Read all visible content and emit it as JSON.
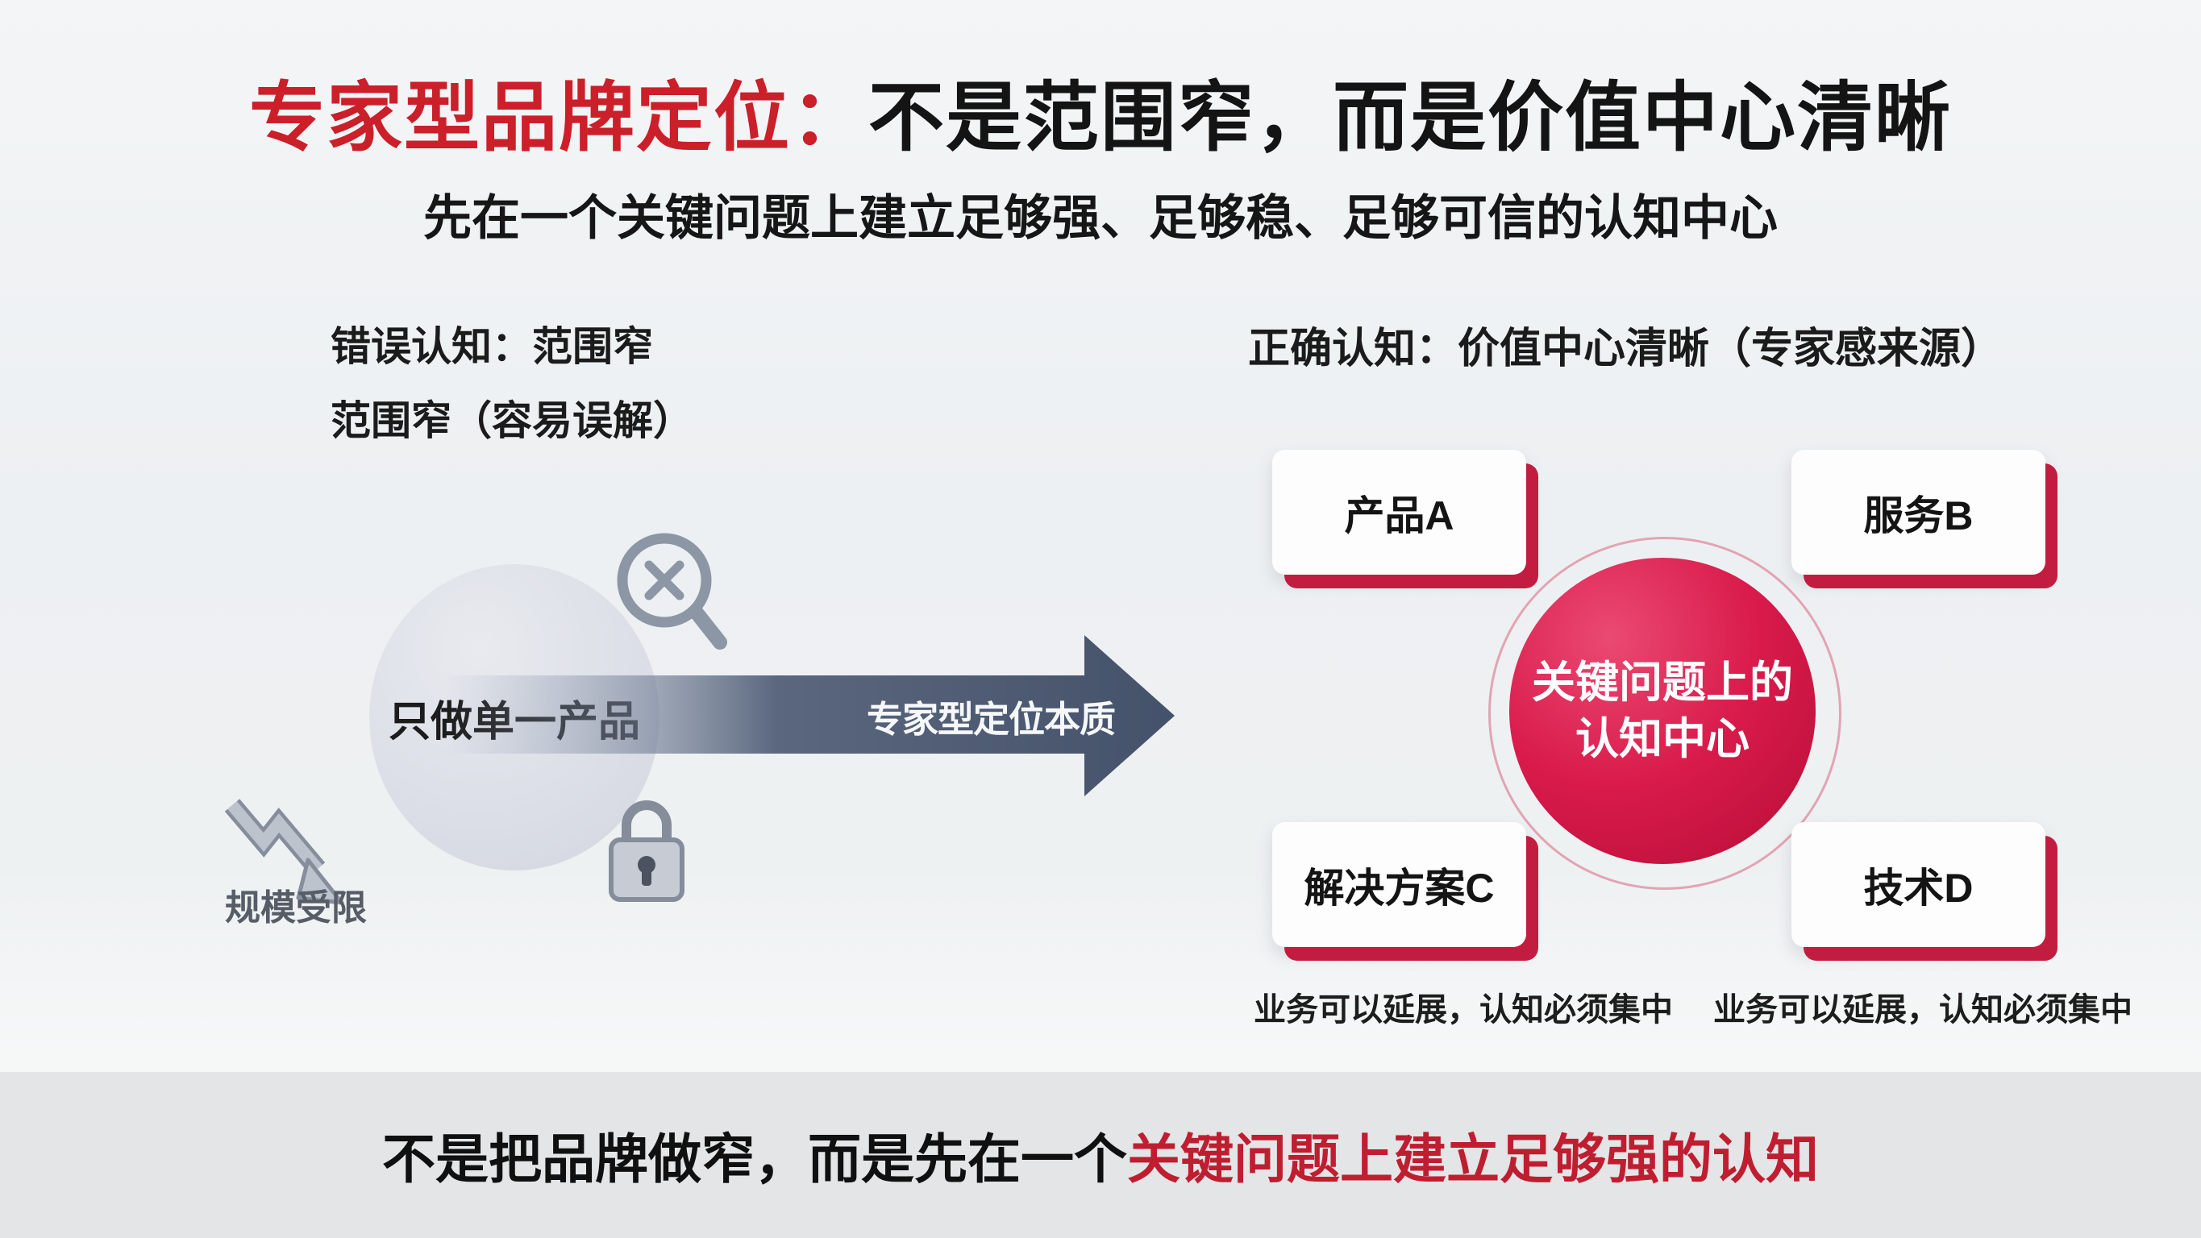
{
  "title": {
    "red": "专家型品牌定位：",
    "black": "不是范围窄，而是价值中心清晰"
  },
  "subtitle": "先在一个关键问题上建立足够强、足够稳、足够可信的认知中心",
  "left_panel": {
    "heading": "错误认知：范围窄",
    "subheading": "范围窄（容易误解）",
    "circle_label": "只做单一产品",
    "decline_caption": "规模受限"
  },
  "center_arrow": {
    "label": "专家型定位本质"
  },
  "right_panel": {
    "heading": "正确认知：价值中心清晰（专家感来源）",
    "cards": [
      {
        "label": "产品A"
      },
      {
        "label": "服务B"
      },
      {
        "label": "解决方案C"
      },
      {
        "label": "技术D"
      }
    ],
    "center_circle": {
      "line1": "关键问题上的",
      "line2": "认知中心"
    },
    "caption_left": "业务可以延展，认知必须集中",
    "caption_right": "业务可以延展，认知必须集中"
  },
  "footer": {
    "black": "不是把品牌做窄，而是先在一个",
    "red": "关键问题上建立足够强的认知"
  },
  "colors": {
    "accent_red": "#cb1f2a",
    "footer_red": "#bf1e30",
    "card_shadow_red": "#c21d40",
    "arrow_dark": "#44516a",
    "circle_red_start": "#ea4a72",
    "circle_red_end": "#b60d37",
    "icon_gray": "#8d96a5"
  }
}
